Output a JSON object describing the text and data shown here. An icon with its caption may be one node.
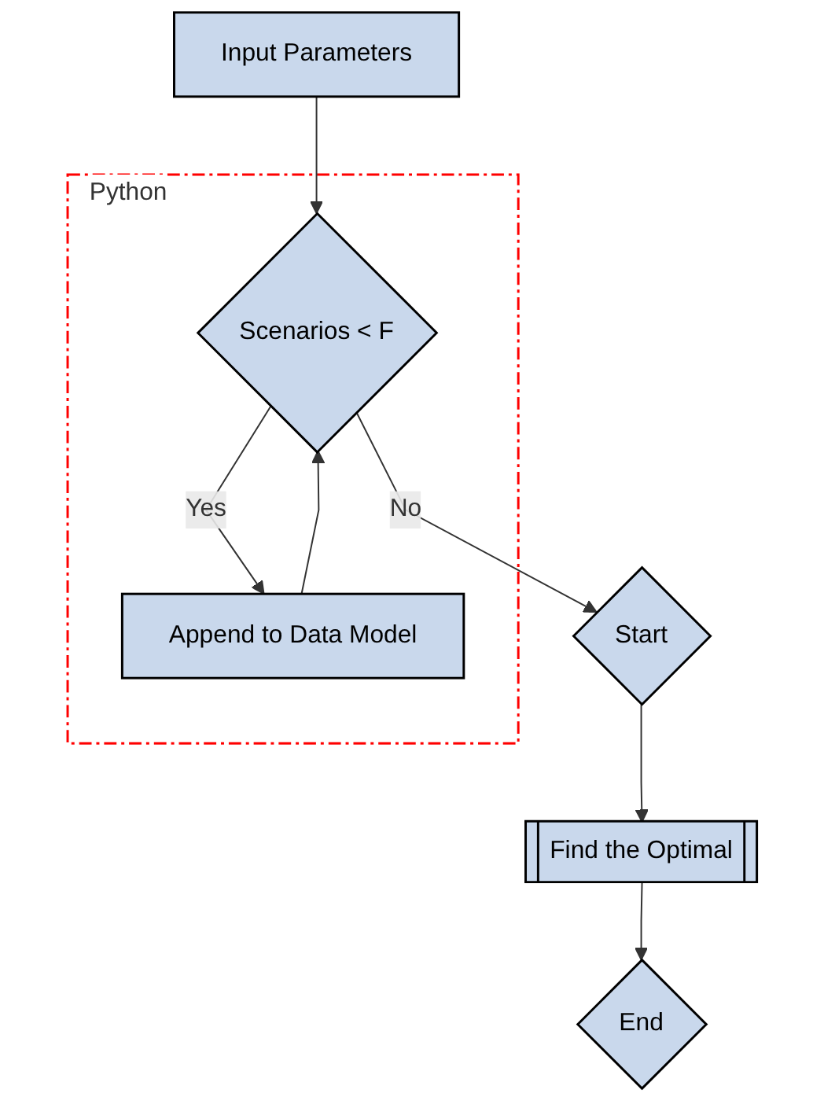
{
  "diagram": {
    "nodes": [
      {
        "text": [
          "Input Parameters"
        ]
      },
      {
        "text": [
          "Python"
        ]
      },
      {
        "text": [
          "Scenarios < F"
        ],
        "in": 1
      },
      {
        "text": [
          "Append to Data Model"
        ],
        "in": 1
      },
      {
        "text": [
          "Start"
        ]
      },
      {
        "text": [
          "Find the Optimal"
        ]
      },
      {
        "text": [
          "End"
        ]
      }
    ],
    "edges": [
      {
        "from": 0,
        "to": 2,
        "arrow": "to"
      },
      {
        "from": 2,
        "to": 3,
        "arrow": "to",
        "label": "Yes"
      },
      {
        "from": 3,
        "to": 2,
        "arrow": "to"
      },
      {
        "from": 2,
        "to": 4,
        "arrow": "to",
        "label": "No"
      },
      {
        "from": 4,
        "to": 5,
        "arrow": "to"
      },
      {
        "from": 5,
        "to": 6,
        "arrow": "to"
      }
    ]
  }
}
